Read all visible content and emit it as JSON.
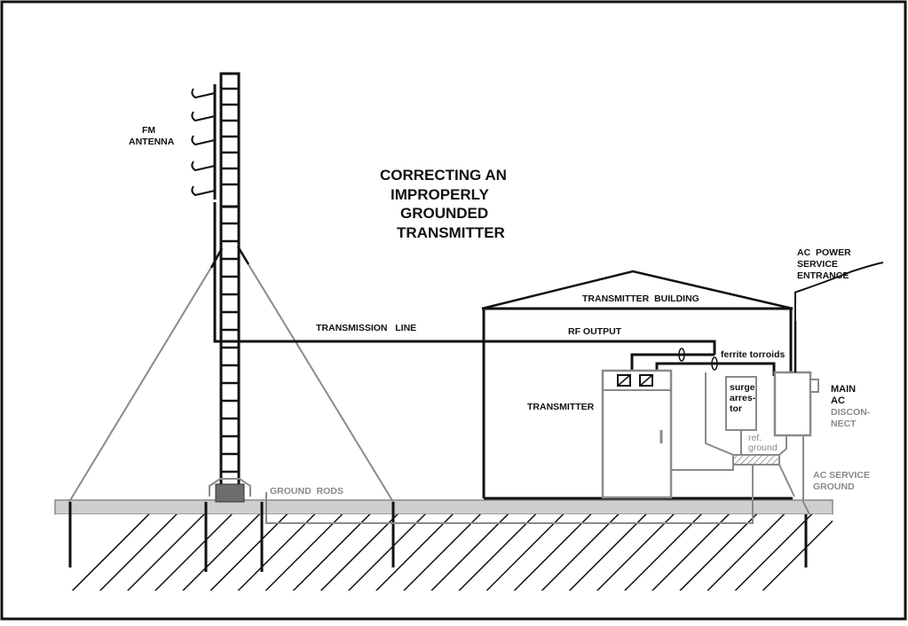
{
  "title_lines": [
    "CORRECTING AN",
    "IMPROPERLY",
    "GROUNDED",
    "TRANSMITTER"
  ],
  "labels": {
    "fm_antenna": [
      "FM",
      "ANTENNA"
    ],
    "transmission_line": "TRANSMISSION   LINE",
    "transmitter_building": "TRANSMITTER  BUILDING",
    "rf_output": "RF OUTPUT",
    "ferrite_torroids": "ferrite torroids",
    "surge_arrestor": [
      "surge",
      "arres-",
      "tor"
    ],
    "transmitter": "TRANSMITTER",
    "ref_ground": [
      "ref.",
      "ground"
    ],
    "main_ac_disconnect": [
      "MAIN",
      "AC",
      "DISCON-",
      "NECT"
    ],
    "ac_power_service_entrance": [
      "AC  POWER",
      "SERVICE",
      "ENTRANCE"
    ],
    "ground_rods": "GROUND  RODS",
    "ac_service_ground": [
      "AC SERVICE",
      "GROUND"
    ]
  },
  "colors": {
    "ink": "#111111",
    "gray": "#8a8a8a",
    "ground_base": "#9a9a9a"
  }
}
